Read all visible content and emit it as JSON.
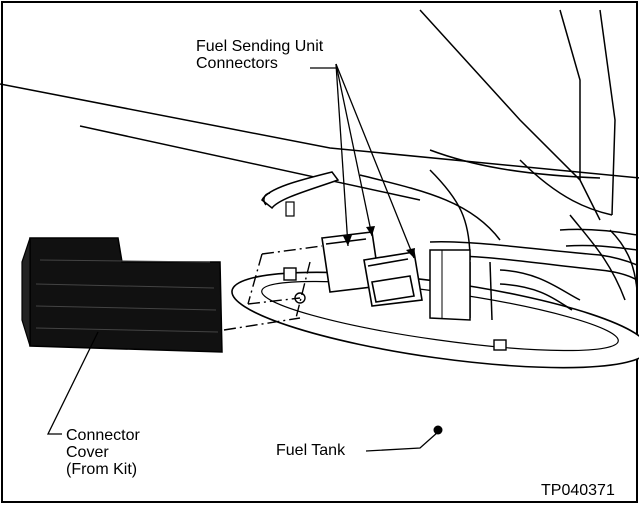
{
  "figure": {
    "labels": {
      "fuel_sending_unit_line1": "Fuel Sending Unit",
      "fuel_sending_unit_line2": "Connectors",
      "connector_cover_line1": "Connector",
      "connector_cover_line2": "Cover",
      "connector_cover_line3": "(From Kit)",
      "fuel_tank": "Fuel Tank",
      "figure_code": "TP040371"
    },
    "colors": {
      "ink": "#000000",
      "paper": "#ffffff",
      "shadow": "#d9d9d9",
      "cover_fill": "#111111"
    }
  }
}
